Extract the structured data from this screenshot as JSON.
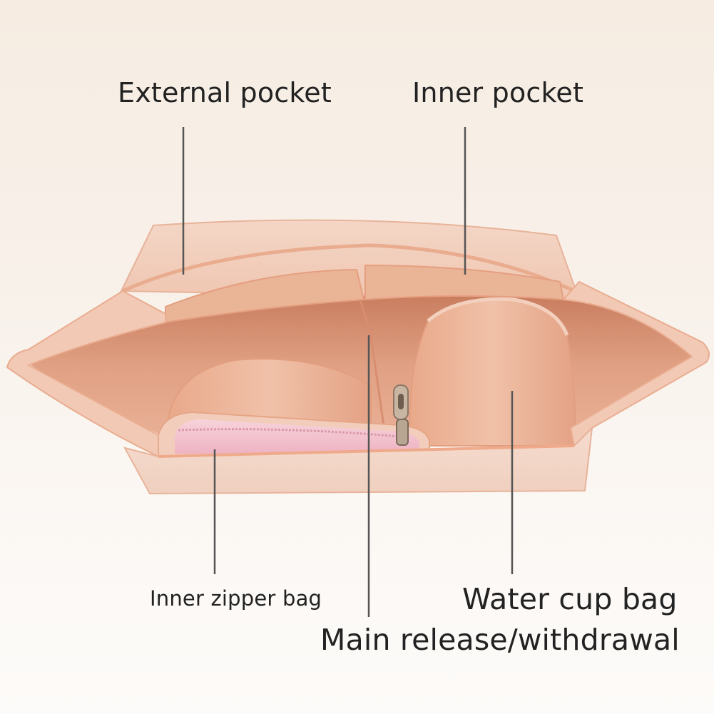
{
  "labels": {
    "external_pocket": "External pocket",
    "inner_pocket": "Inner pocket",
    "inner_zipper_bag": "Inner zipper bag",
    "water_cup_bag": "Water cup bag",
    "main_compartment": "Main release/withdrawal"
  },
  "colors": {
    "felt_outer": "#f3d2c1",
    "felt_edge": "#eeb79c",
    "felt_interior": "#e3a589",
    "felt_deep": "#cf8466",
    "zipper_pink": "#f1bcc8",
    "leader_line": "#555555"
  }
}
